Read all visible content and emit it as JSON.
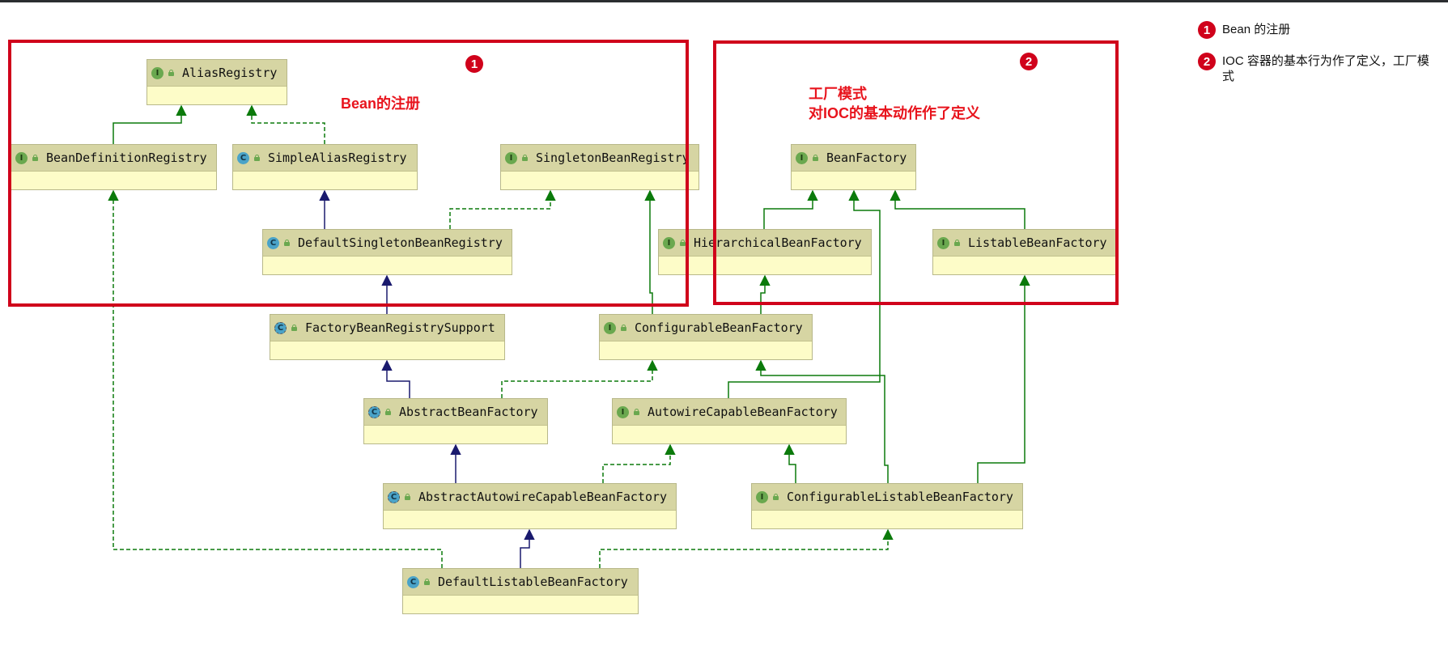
{
  "colors": {
    "group_border": "#d0021b",
    "annotation_text": "#e8141d",
    "realization_edge": "#0b7a0b",
    "inheritance_edge": "#1a1a6e",
    "node_header": "#d6d5a3",
    "node_body": "#fdfcc8"
  },
  "icons": {
    "interface": "I",
    "class": "C",
    "abstract_class": "C"
  },
  "nodes": [
    {
      "id": "AliasRegistry",
      "kind": "interface",
      "label": "AliasRegistry"
    },
    {
      "id": "BeanDefinitionRegistry",
      "kind": "interface",
      "label": "BeanDefinitionRegistry"
    },
    {
      "id": "SimpleAliasRegistry",
      "kind": "class",
      "label": "SimpleAliasRegistry"
    },
    {
      "id": "SingletonBeanRegistry",
      "kind": "interface",
      "label": "SingletonBeanRegistry"
    },
    {
      "id": "DefaultSingletonBeanRegistry",
      "kind": "class",
      "label": "DefaultSingletonBeanRegistry"
    },
    {
      "id": "BeanFactory",
      "kind": "interface",
      "label": "BeanFactory"
    },
    {
      "id": "HierarchicalBeanFactory",
      "kind": "interface",
      "label": "HierarchicalBeanFactory"
    },
    {
      "id": "ListableBeanFactory",
      "kind": "interface",
      "label": "ListableBeanFactory"
    },
    {
      "id": "FactoryBeanRegistrySupport",
      "kind": "abstract_class",
      "label": "FactoryBeanRegistrySupport"
    },
    {
      "id": "ConfigurableBeanFactory",
      "kind": "interface",
      "label": "ConfigurableBeanFactory"
    },
    {
      "id": "AbstractBeanFactory",
      "kind": "abstract_class",
      "label": "AbstractBeanFactory"
    },
    {
      "id": "AutowireCapableBeanFactory",
      "kind": "interface",
      "label": "AutowireCapableBeanFactory"
    },
    {
      "id": "AbstractAutowireCapableBeanFactory",
      "kind": "abstract_class",
      "label": "AbstractAutowireCapableBeanFactory"
    },
    {
      "id": "ConfigurableListableBeanFactory",
      "kind": "interface",
      "label": "ConfigurableListableBeanFactory"
    },
    {
      "id": "DefaultListableBeanFactory",
      "kind": "class",
      "label": "DefaultListableBeanFactory"
    }
  ],
  "edges": [
    {
      "from": "BeanDefinitionRegistry",
      "to": "AliasRegistry",
      "type": "extends-interface"
    },
    {
      "from": "SimpleAliasRegistry",
      "to": "AliasRegistry",
      "type": "implements"
    },
    {
      "from": "DefaultSingletonBeanRegistry",
      "to": "SimpleAliasRegistry",
      "type": "extends-class"
    },
    {
      "from": "DefaultSingletonBeanRegistry",
      "to": "SingletonBeanRegistry",
      "type": "implements"
    },
    {
      "from": "FactoryBeanRegistrySupport",
      "to": "DefaultSingletonBeanRegistry",
      "type": "extends-class"
    },
    {
      "from": "HierarchicalBeanFactory",
      "to": "BeanFactory",
      "type": "extends-interface"
    },
    {
      "from": "ListableBeanFactory",
      "to": "BeanFactory",
      "type": "extends-interface"
    },
    {
      "from": "ConfigurableBeanFactory",
      "to": "HierarchicalBeanFactory",
      "type": "extends-interface"
    },
    {
      "from": "ConfigurableBeanFactory",
      "to": "SingletonBeanRegistry",
      "type": "extends-interface"
    },
    {
      "from": "AbstractBeanFactory",
      "to": "FactoryBeanRegistrySupport",
      "type": "extends-class"
    },
    {
      "from": "AbstractBeanFactory",
      "to": "ConfigurableBeanFactory",
      "type": "implements"
    },
    {
      "from": "AutowireCapableBeanFactory",
      "to": "BeanFactory",
      "type": "extends-interface"
    },
    {
      "from": "AbstractAutowireCapableBeanFactory",
      "to": "AbstractBeanFactory",
      "type": "extends-class"
    },
    {
      "from": "AbstractAutowireCapableBeanFactory",
      "to": "AutowireCapableBeanFactory",
      "type": "implements"
    },
    {
      "from": "ConfigurableListableBeanFactory",
      "to": "AutowireCapableBeanFactory",
      "type": "extends-interface"
    },
    {
      "from": "ConfigurableListableBeanFactory",
      "to": "ConfigurableBeanFactory",
      "type": "extends-interface"
    },
    {
      "from": "ConfigurableListableBeanFactory",
      "to": "ListableBeanFactory",
      "type": "extends-interface"
    },
    {
      "from": "DefaultListableBeanFactory",
      "to": "AbstractAutowireCapableBeanFactory",
      "type": "extends-class"
    },
    {
      "from": "DefaultListableBeanFactory",
      "to": "ConfigurableListableBeanFactory",
      "type": "implements"
    },
    {
      "from": "DefaultListableBeanFactory",
      "to": "BeanDefinitionRegistry",
      "type": "implements"
    }
  ],
  "groups": [
    {
      "marker": "1",
      "annotation_lines": [
        "Bean的注册"
      ]
    },
    {
      "marker": "2",
      "annotation_lines": [
        "工厂模式",
        "对IOC的基本动作作了定义"
      ]
    }
  ],
  "legend": [
    {
      "marker": "1",
      "text": "Bean 的注册"
    },
    {
      "marker": "2",
      "text": "IOC 容器的基本行为作了定义，工厂模式"
    }
  ]
}
